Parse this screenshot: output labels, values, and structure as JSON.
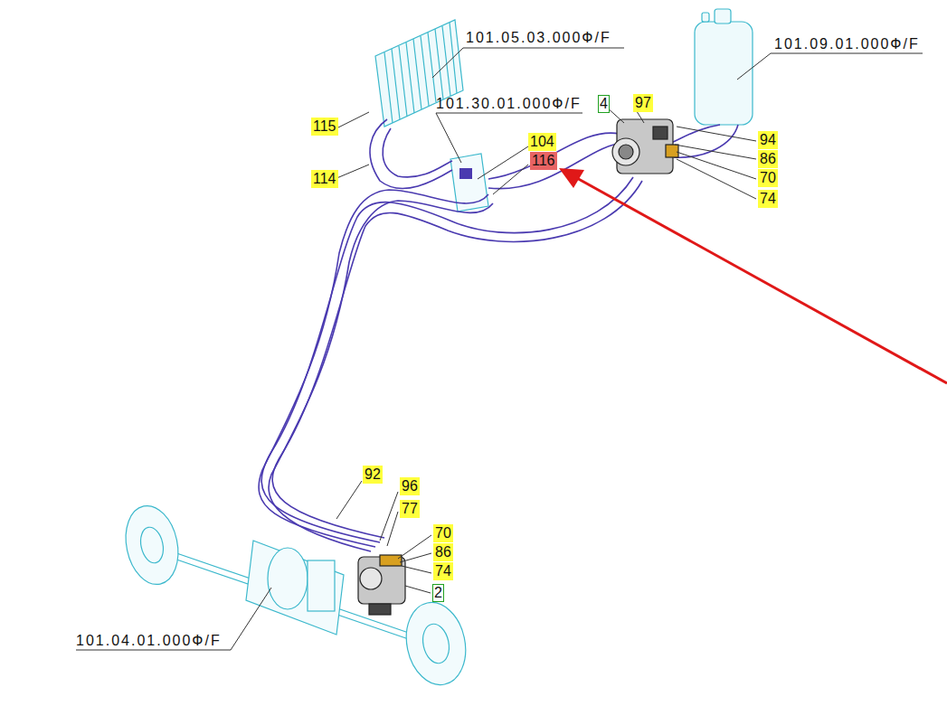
{
  "diagram": {
    "nodes": [
      {
        "text": [
          "4"
        ]
      },
      {
        "text": [
          "97"
        ]
      },
      {
        "text": [
          "115"
        ]
      },
      {
        "text": [
          "104"
        ]
      },
      {
        "text": [
          "94"
        ]
      },
      {
        "text": [
          "116"
        ]
      },
      {
        "text": [
          "86"
        ]
      },
      {
        "text": [
          "70"
        ]
      },
      {
        "text": [
          "114"
        ]
      },
      {
        "text": [
          "74"
        ]
      },
      {
        "text": [
          "92"
        ]
      },
      {
        "text": [
          "96"
        ]
      },
      {
        "text": [
          "77"
        ]
      },
      {
        "text": [
          "70"
        ]
      },
      {
        "text": [
          "86"
        ]
      },
      {
        "text": [
          "74"
        ]
      },
      {
        "text": [
          "2"
        ]
      }
    ],
    "edges": [],
    "labels": [
      "101.05.03.000Ф/F",
      "101.09.01.000Ф/F",
      "101.30.01.000Ф/F",
      "101.04.01.000Ф/F"
    ]
  }
}
